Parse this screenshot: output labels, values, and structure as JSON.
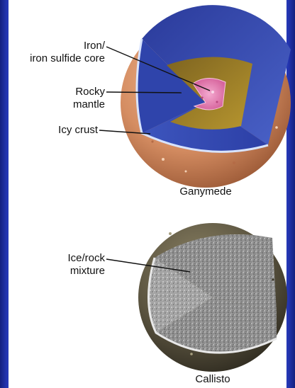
{
  "ganymede": {
    "title": "Ganymede",
    "labels": {
      "core": [
        "Iron/",
        "iron sulfide core"
      ],
      "mantle": [
        "Rocky",
        "mantle"
      ],
      "crust": "Icy crust"
    }
  },
  "callisto": {
    "title": "Callisto",
    "labels": {
      "interior": [
        "Ice/rock",
        "mixture"
      ]
    }
  },
  "colors": {
    "background_blue": "#2436b4",
    "ganymede_surface": "#d9946b",
    "ganymede_crust": "#3a4fb8",
    "ganymede_mantle": "#9b7d2a",
    "ganymede_core": "#e07fb0",
    "callisto_surface": "#5b5540",
    "callisto_interior": "#8d8d8d"
  }
}
